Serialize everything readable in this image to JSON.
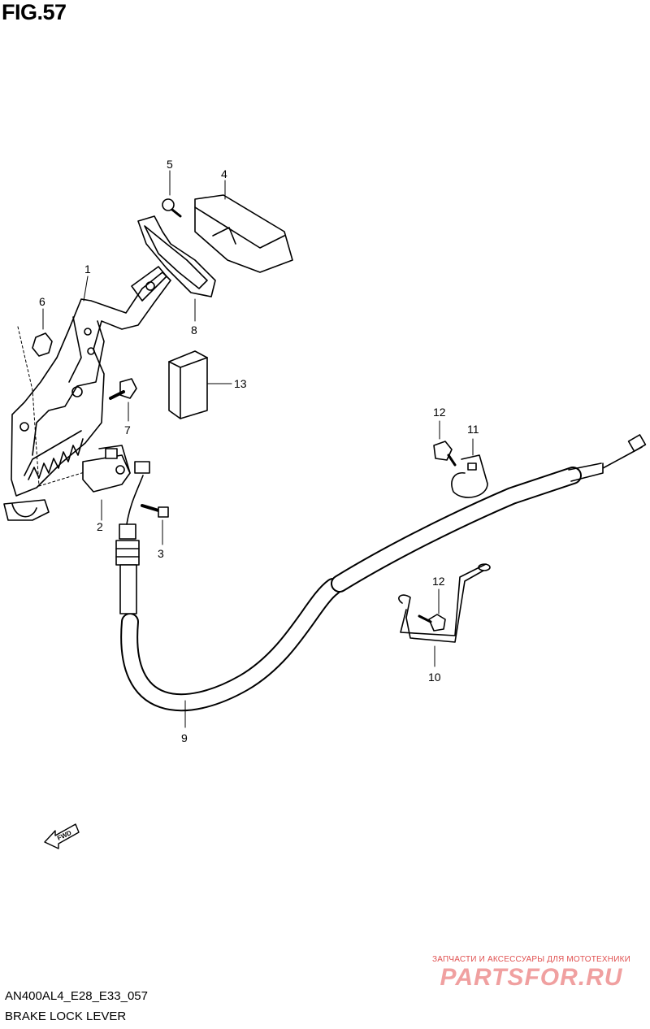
{
  "figure": {
    "title": "FIG.57"
  },
  "callouts": [
    "1",
    "2",
    "3",
    "4",
    "5",
    "6",
    "7",
    "8",
    "9",
    "10",
    "11",
    "12",
    "12",
    "13"
  ],
  "fwd_label": "FWD",
  "footer": {
    "model_code": "AN400AL4_E28_E33_057",
    "caption": "BRAKE LOCK LEVER"
  },
  "watermark": {
    "tagline": "ЗАПЧАСТИ И АКСЕССУАРЫ ДЛЯ МОТОТЕХНИКИ",
    "brand": "PARTSFOR.RU"
  }
}
